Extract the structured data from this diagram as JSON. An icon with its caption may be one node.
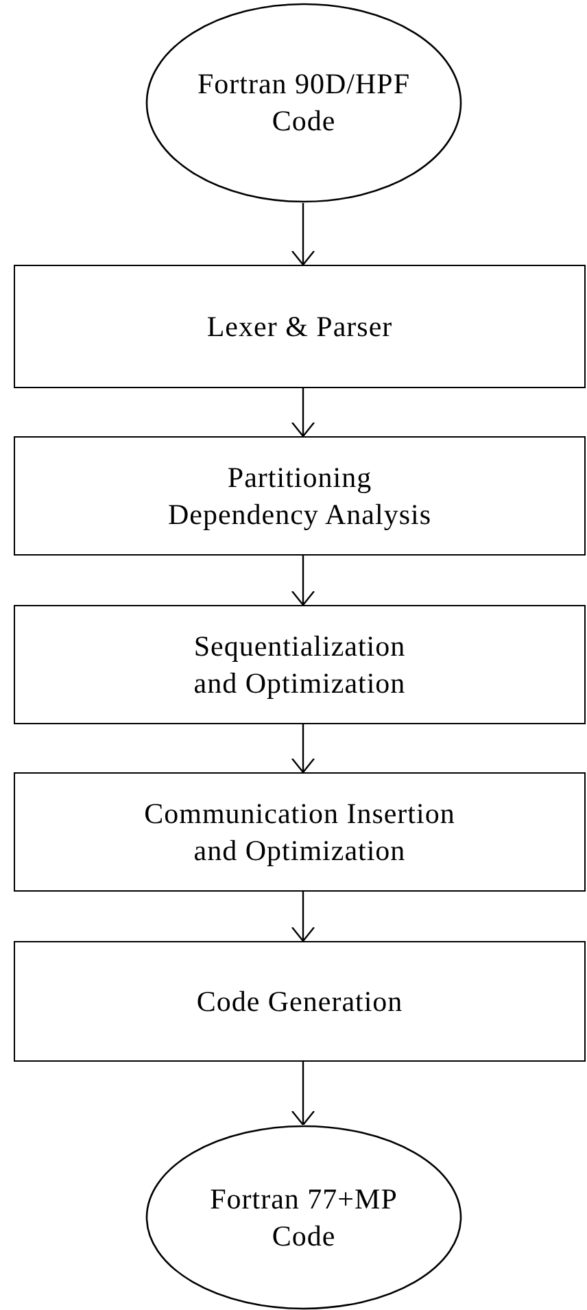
{
  "diagram": {
    "nodes": [
      {
        "text": [
          "Fortran 90D/HPF Code"
        ]
      },
      {
        "text": [
          "Lexer & Parser"
        ]
      },
      {
        "text": [
          "Partitioning Dependency Analysis"
        ]
      },
      {
        "text": [
          "Sequentialization and Optimization"
        ]
      },
      {
        "text": [
          "Communication Insertion and Optimization"
        ]
      },
      {
        "text": [
          "Code Generation"
        ]
      },
      {
        "text": [
          "Fortran 77+MP Code"
        ]
      }
    ],
    "edges": [
      {
        "from": 0,
        "to": 1,
        "arrow": "to"
      },
      {
        "from": 1,
        "to": 2,
        "arrow": "to"
      },
      {
        "from": 2,
        "to": 3,
        "arrow": "to"
      },
      {
        "from": 3,
        "to": 4,
        "arrow": "to"
      },
      {
        "from": 4,
        "to": 5,
        "arrow": "to"
      },
      {
        "from": 5,
        "to": 6,
        "arrow": "to"
      }
    ]
  }
}
